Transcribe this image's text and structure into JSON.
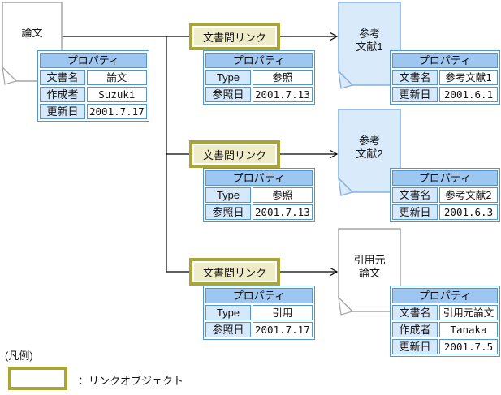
{
  "diagram": {
    "paper_doc": {
      "label": "論文",
      "table": {
        "header": "プロパティ",
        "rows": [
          [
            "文書名",
            "論文"
          ],
          [
            "作成者",
            "Suzuki"
          ],
          [
            "更新日",
            "2001.7.17"
          ]
        ]
      }
    },
    "links": [
      {
        "label": "文書間リンク",
        "table": {
          "header": "プロパティ",
          "rows": [
            [
              "Type",
              "参照"
            ],
            [
              "参照日",
              "2001.7.13"
            ]
          ]
        }
      },
      {
        "label": "文書間リンク",
        "table": {
          "header": "プロパティ",
          "rows": [
            [
              "Type",
              "参照"
            ],
            [
              "参照日",
              "2001.7.13"
            ]
          ]
        }
      },
      {
        "label": "文書間リンク",
        "table": {
          "header": "プロパティ",
          "rows": [
            [
              "Type",
              "引用"
            ],
            [
              "参照日",
              "2001.7.17"
            ]
          ]
        }
      }
    ],
    "targets": [
      {
        "label_line1": "参考",
        "label_line2": "文献1",
        "style": "blue",
        "table": {
          "header": "プロパティ",
          "rows": [
            [
              "文書名",
              "参考文献1"
            ],
            [
              "更新日",
              "2001.6.1"
            ]
          ]
        }
      },
      {
        "label_line1": "参考",
        "label_line2": "文献2",
        "style": "blue",
        "table": {
          "header": "プロパティ",
          "rows": [
            [
              "文書名",
              "参考文献2"
            ],
            [
              "更新日",
              "2001.6.3"
            ]
          ]
        }
      },
      {
        "label_line1": "引用元",
        "label_line2": "論文",
        "style": "white",
        "table": {
          "header": "プロパティ",
          "rows": [
            [
              "文書名",
              "引用元論文"
            ],
            [
              "作成者",
              "Tanaka"
            ],
            [
              "更新日",
              "2001.7.5"
            ]
          ]
        }
      }
    ],
    "legend": {
      "title": "(凡例)",
      "item_label": "：リンクオブジェクト"
    }
  },
  "colors": {
    "table_border": "#4D96D9",
    "table_header_fill": "#9DC6F0",
    "table_key_fill": "#D6E8FB",
    "doc_blue_fill": "#D9EAFB",
    "doc_blue_border": "#85B2DE",
    "doc_white_border": "#A6A6A6",
    "link_box_border": "#A9A636",
    "link_box_fill": "#EFEDC9",
    "connector": "#000000"
  }
}
